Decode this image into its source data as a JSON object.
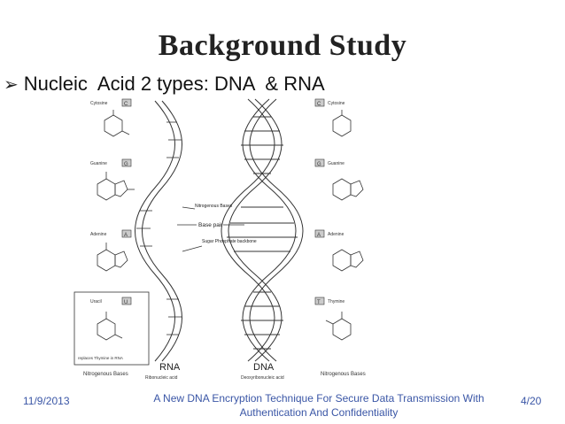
{
  "slide": {
    "title": "Background Study",
    "bullet": "Nucleic  Acid 2 types: DNA  & RNA",
    "footer_date": "11/9/2013",
    "footer_center": "A New DNA Encryption Technique For Secure Data Transmission With Authentication And Confidentiality",
    "footer_page": "4/20"
  },
  "figure": {
    "left_bases": [
      {
        "name": "Cytosine",
        "letter": "C"
      },
      {
        "name": "Guanine",
        "letter": "G"
      },
      {
        "name": "Adenine",
        "letter": "A"
      },
      {
        "name": "Uracil",
        "letter": "U"
      }
    ],
    "right_bases": [
      {
        "name": "Cytosine",
        "letter": "C"
      },
      {
        "name": "Guanine",
        "letter": "G"
      },
      {
        "name": "Adenine",
        "letter": "A"
      },
      {
        "name": "Thymine",
        "letter": "T"
      }
    ],
    "uracil_note": "replaces Thymine in RNA",
    "nitrogenous_bases_label": "Nitrogenous Bases",
    "base_pair_label": "Base pair",
    "backbone_label": "Sugar Phosphate backbone",
    "rna_label": "RNA",
    "rna_sub": "Ribonucleic acid",
    "dna_label": "DNA",
    "dna_sub": "Deoxyribonucleic acid"
  }
}
